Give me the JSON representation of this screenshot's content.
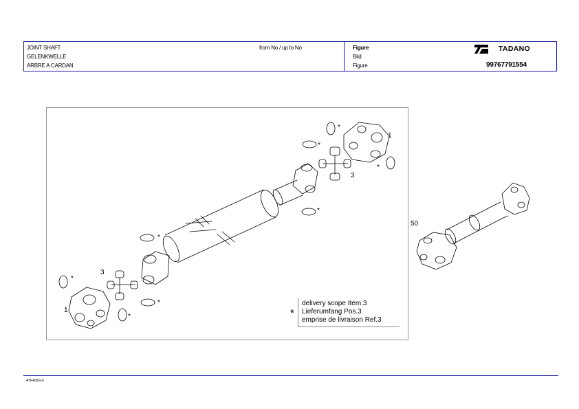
{
  "header": {
    "titles": [
      "JOINT SHAFT",
      "GELENKWELLE",
      "ARBRE A CARDAN"
    ],
    "range_label": "from No / up to No",
    "figure_labels": [
      "Figure",
      "Bild",
      "Figure"
    ],
    "brand": "TADANO",
    "document_number": "99767791554"
  },
  "drawing": {
    "callouts": {
      "item_1_top": "1",
      "item_3_top": "3",
      "item_3_left": "3",
      "item_1_left": "1",
      "star": "*"
    },
    "legend": {
      "star": "*",
      "lines": [
        "delivery scope Item.3",
        "Lieferumfang Pos.3",
        "emprise de livraison Ref.3"
      ]
    }
  },
  "assembly_callout": "50",
  "footer": {
    "code": "ATF400G-6"
  },
  "colors": {
    "frame_blue": "#1a1aa0"
  }
}
